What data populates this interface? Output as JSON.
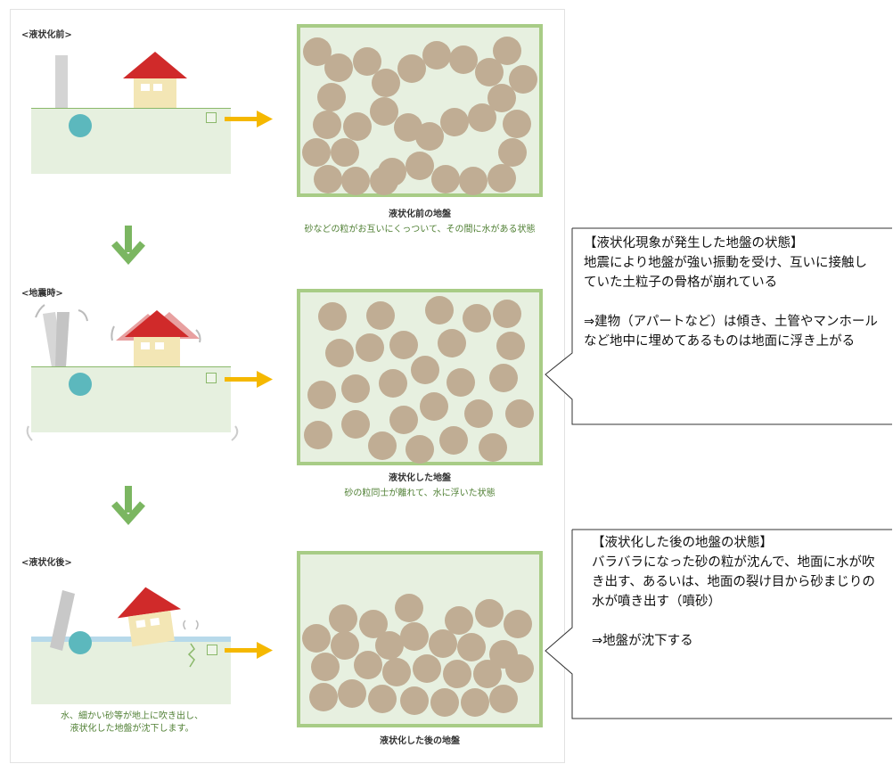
{
  "stages": {
    "before": {
      "label": "<液状化前>",
      "title": "液状化前の地盤",
      "subtitle": "砂などの粒がお互いにくっついて、その間に水がある状態"
    },
    "during": {
      "label": "<地震時>",
      "title": "液状化した地盤",
      "subtitle": "砂の粒同士が離れて、水に浮いた状態"
    },
    "after": {
      "label": "<液状化後>",
      "title": "液状化した後の地盤",
      "note_line1": "水、細かい砂等が地上に吹き出し、",
      "note_line2": "液状化した地盤が沈下します。"
    }
  },
  "callouts": {
    "liquefaction": "【液状化現象が発生した地盤の状態】\n地震により地盤が強い振動を受け、互いに接触していた土粒子の骨格が崩れている\n\n⇒建物（アパートなど）は傾き、土管やマンホールなど地中に埋めてあるものは地面に浮き上がる",
    "after": "【液状化した後の地盤の状態】\nバラバラになった砂の粒が沈んで、地面に水が吹き出す、あるいは、地面の裂け目から砂まじりの水が噴き出す（噴砂）\n\n⇒地盤が沈下する"
  },
  "colors": {
    "grain": "#c0ad94",
    "soil": "#e6f0df",
    "soil_border": "#a8cc86",
    "water": "#b7d9ea",
    "pipe": "#5cb8bd",
    "house_roof": "#d02a2a",
    "house_wall": "#f3e6b5",
    "arrow_yellow": "#f5b800",
    "arrow_green": "#7bb661"
  }
}
